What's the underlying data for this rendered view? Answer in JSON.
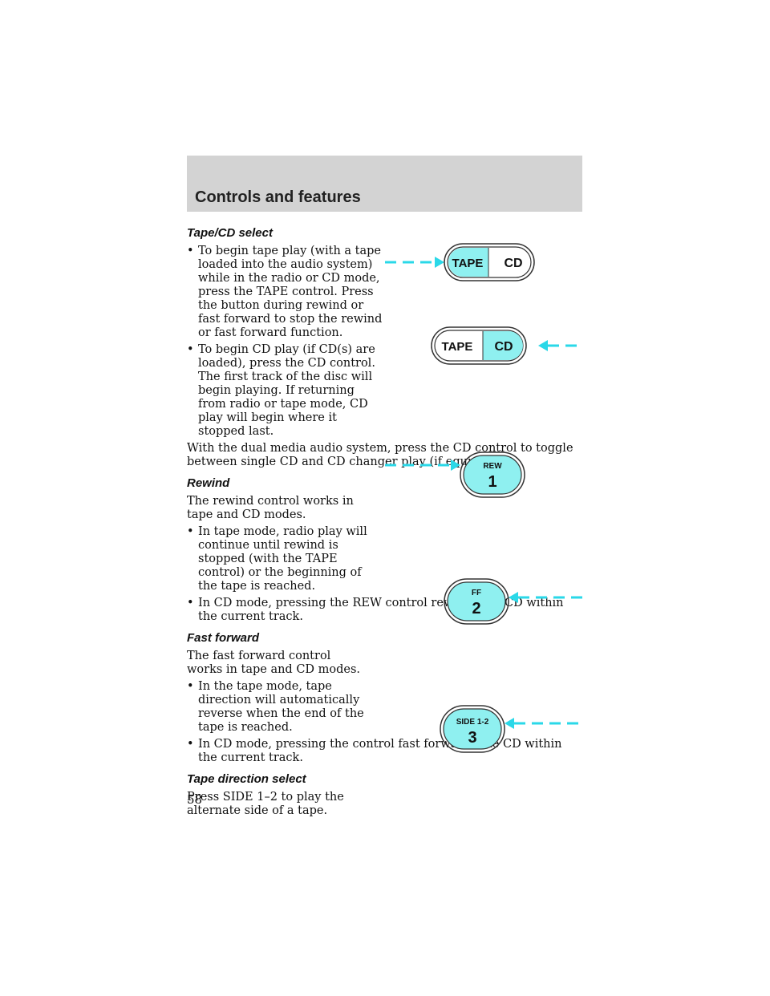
{
  "header": {
    "title": "Controls and features"
  },
  "sections": [
    {
      "heading": "Tape/CD select",
      "items": [
        {
          "kind": "bullet",
          "text": "To begin tape play (with a tape loaded into the audio system) while in the radio or CD mode, press the TAPE control. Press the button during rewind or fast forward to stop the rewind or fast forward function."
        },
        {
          "kind": "bullet",
          "text": "To begin CD play (if CD(s) are loaded), press the CD control. The first track of the disc will begin playing. If returning from radio or tape mode, CD play will begin where it stopped last."
        },
        {
          "kind": "para",
          "text": "With the dual media audio system, press the CD control to toggle between single CD and CD changer play (if equipped)."
        }
      ]
    },
    {
      "heading": "Rewind",
      "items": [
        {
          "kind": "para",
          "text": "The rewind control works in tape and CD modes."
        },
        {
          "kind": "bullet",
          "text": "In tape mode, radio play will continue until rewind is stopped (with the TAPE control) or the beginning of the tape is reached."
        },
        {
          "kind": "bullet",
          "text": "In CD mode, pressing the REW control rewinds the CD within the current track."
        }
      ]
    },
    {
      "heading": "Fast forward",
      "items": [
        {
          "kind": "para",
          "text": "The fast forward control works in tape and CD modes."
        },
        {
          "kind": "bullet",
          "text": "In the tape mode, tape direction will automatically reverse when the end of the tape is reached."
        },
        {
          "kind": "bullet",
          "text": "In CD mode, pressing the control fast forwards the CD within the current track."
        }
      ]
    },
    {
      "heading": "Tape direction select",
      "items": [
        {
          "kind": "para",
          "text": "Press SIDE 1–2 to play the alternate side of a tape."
        }
      ]
    }
  ],
  "bullet_glyph": "•",
  "figures": {
    "tape_cd_1": {
      "left": "TAPE",
      "right": "CD",
      "highlight": "left"
    },
    "tape_cd_2": {
      "left": "TAPE",
      "right": "CD",
      "highlight": "right"
    },
    "rew": {
      "top": "REW",
      "bottom": "1"
    },
    "ff": {
      "top": "FF",
      "bottom": "2"
    },
    "side": {
      "top": "SIDE 1-2",
      "bottom": "3"
    }
  },
  "colors": {
    "highlight": "#8ff0f0",
    "arrow": "#2ad8e8",
    "header_bg": "#d3d3d3"
  },
  "page_number": "58"
}
